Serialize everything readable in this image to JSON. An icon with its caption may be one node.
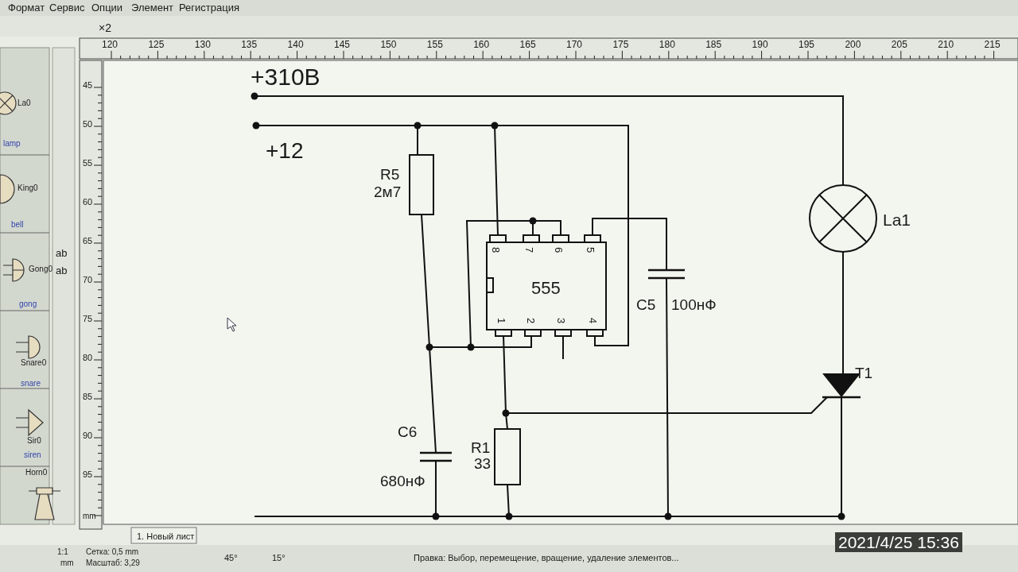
{
  "diagram": {
    "labels": [
      "Формат",
      "Сервис",
      "Опции",
      "Элемент",
      "Регистрация",
      "×2",
      "120",
      "125",
      "130",
      "135",
      "140",
      "145",
      "150",
      "155",
      "160",
      "165",
      "170",
      "175",
      "180",
      "185",
      "190",
      "195",
      "200",
      "205",
      "210",
      "215",
      "45",
      "50",
      "55",
      "60",
      "65",
      "70",
      "75",
      "80",
      "85",
      "90",
      "95",
      "mm",
      "La0",
      "lamp",
      "King0",
      "bell",
      "Gong0",
      "gong",
      "Snare0",
      "snare",
      "Sir0",
      "siren",
      "Horn0",
      "ab",
      "ab",
      "+310В",
      "+12",
      "R5",
      "2м7",
      "La1",
      "8",
      "7",
      "6",
      "5",
      "555",
      "C5",
      "100нФ",
      "1",
      "2",
      "3",
      "4",
      "T1",
      "C6",
      "R1",
      "33",
      "680нФ",
      "1. Новый лист",
      "1:1",
      "mm",
      "Сетка: 0,5 mm",
      "Масштаб: 3,29",
      "45°",
      "15°",
      "Правка: Выбор, перемещение, вращение, удаление элементов...",
      "2021/4/25  15:36"
    ]
  }
}
